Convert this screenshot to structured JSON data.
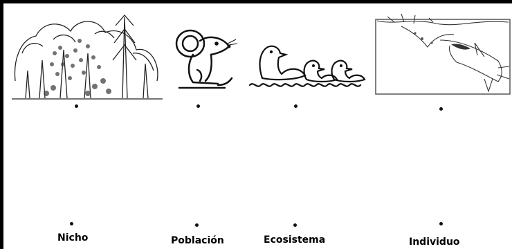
{
  "worksheet": {
    "pictures": [
      {
        "name": "forest",
        "icon": "forest-icon"
      },
      {
        "name": "mouse",
        "icon": "mouse-icon"
      },
      {
        "name": "ducks",
        "icon": "ducks-icon"
      },
      {
        "name": "shark",
        "icon": "shark-icon"
      }
    ],
    "labels": [
      "Nicho",
      "Población",
      "Ecosistema",
      "Individuo"
    ]
  }
}
